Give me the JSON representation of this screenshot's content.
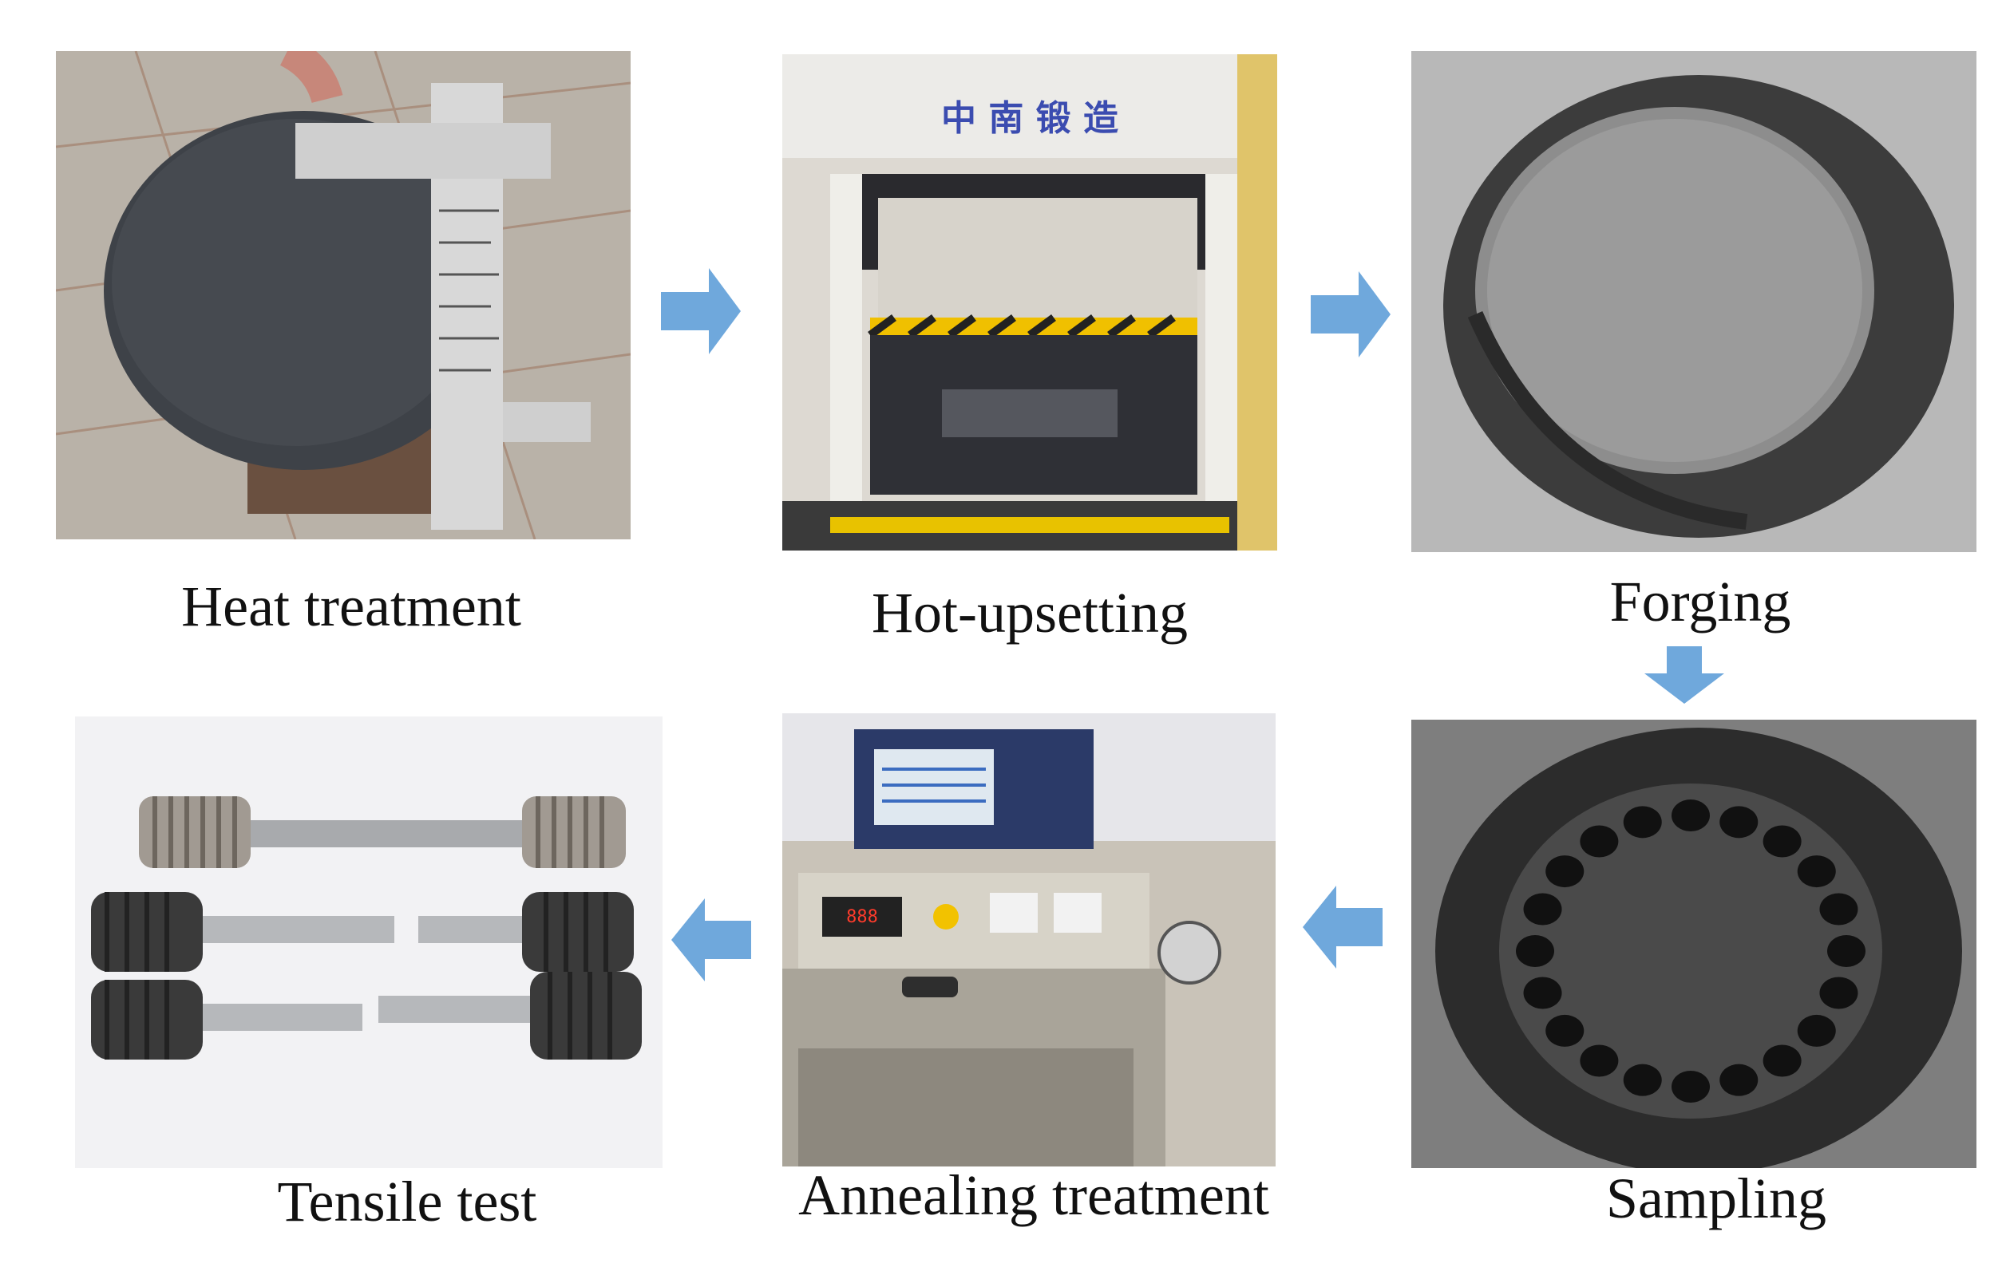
{
  "steps": {
    "heat_treatment": "Heat treatment",
    "hot_upsetting": "Hot-upsetting",
    "forging": "Forging",
    "sampling": "Sampling",
    "annealing_treatment": "Annealing treatment",
    "tensile_test": "Tensile test"
  },
  "press_sign": "中 南 锻 造",
  "colors": {
    "arrow": "#6fa8dc",
    "background": "#ffffff",
    "text": "#111111"
  },
  "flow": [
    "heat_treatment",
    "hot_upsetting",
    "forging",
    "sampling",
    "annealing_treatment",
    "tensile_test"
  ]
}
